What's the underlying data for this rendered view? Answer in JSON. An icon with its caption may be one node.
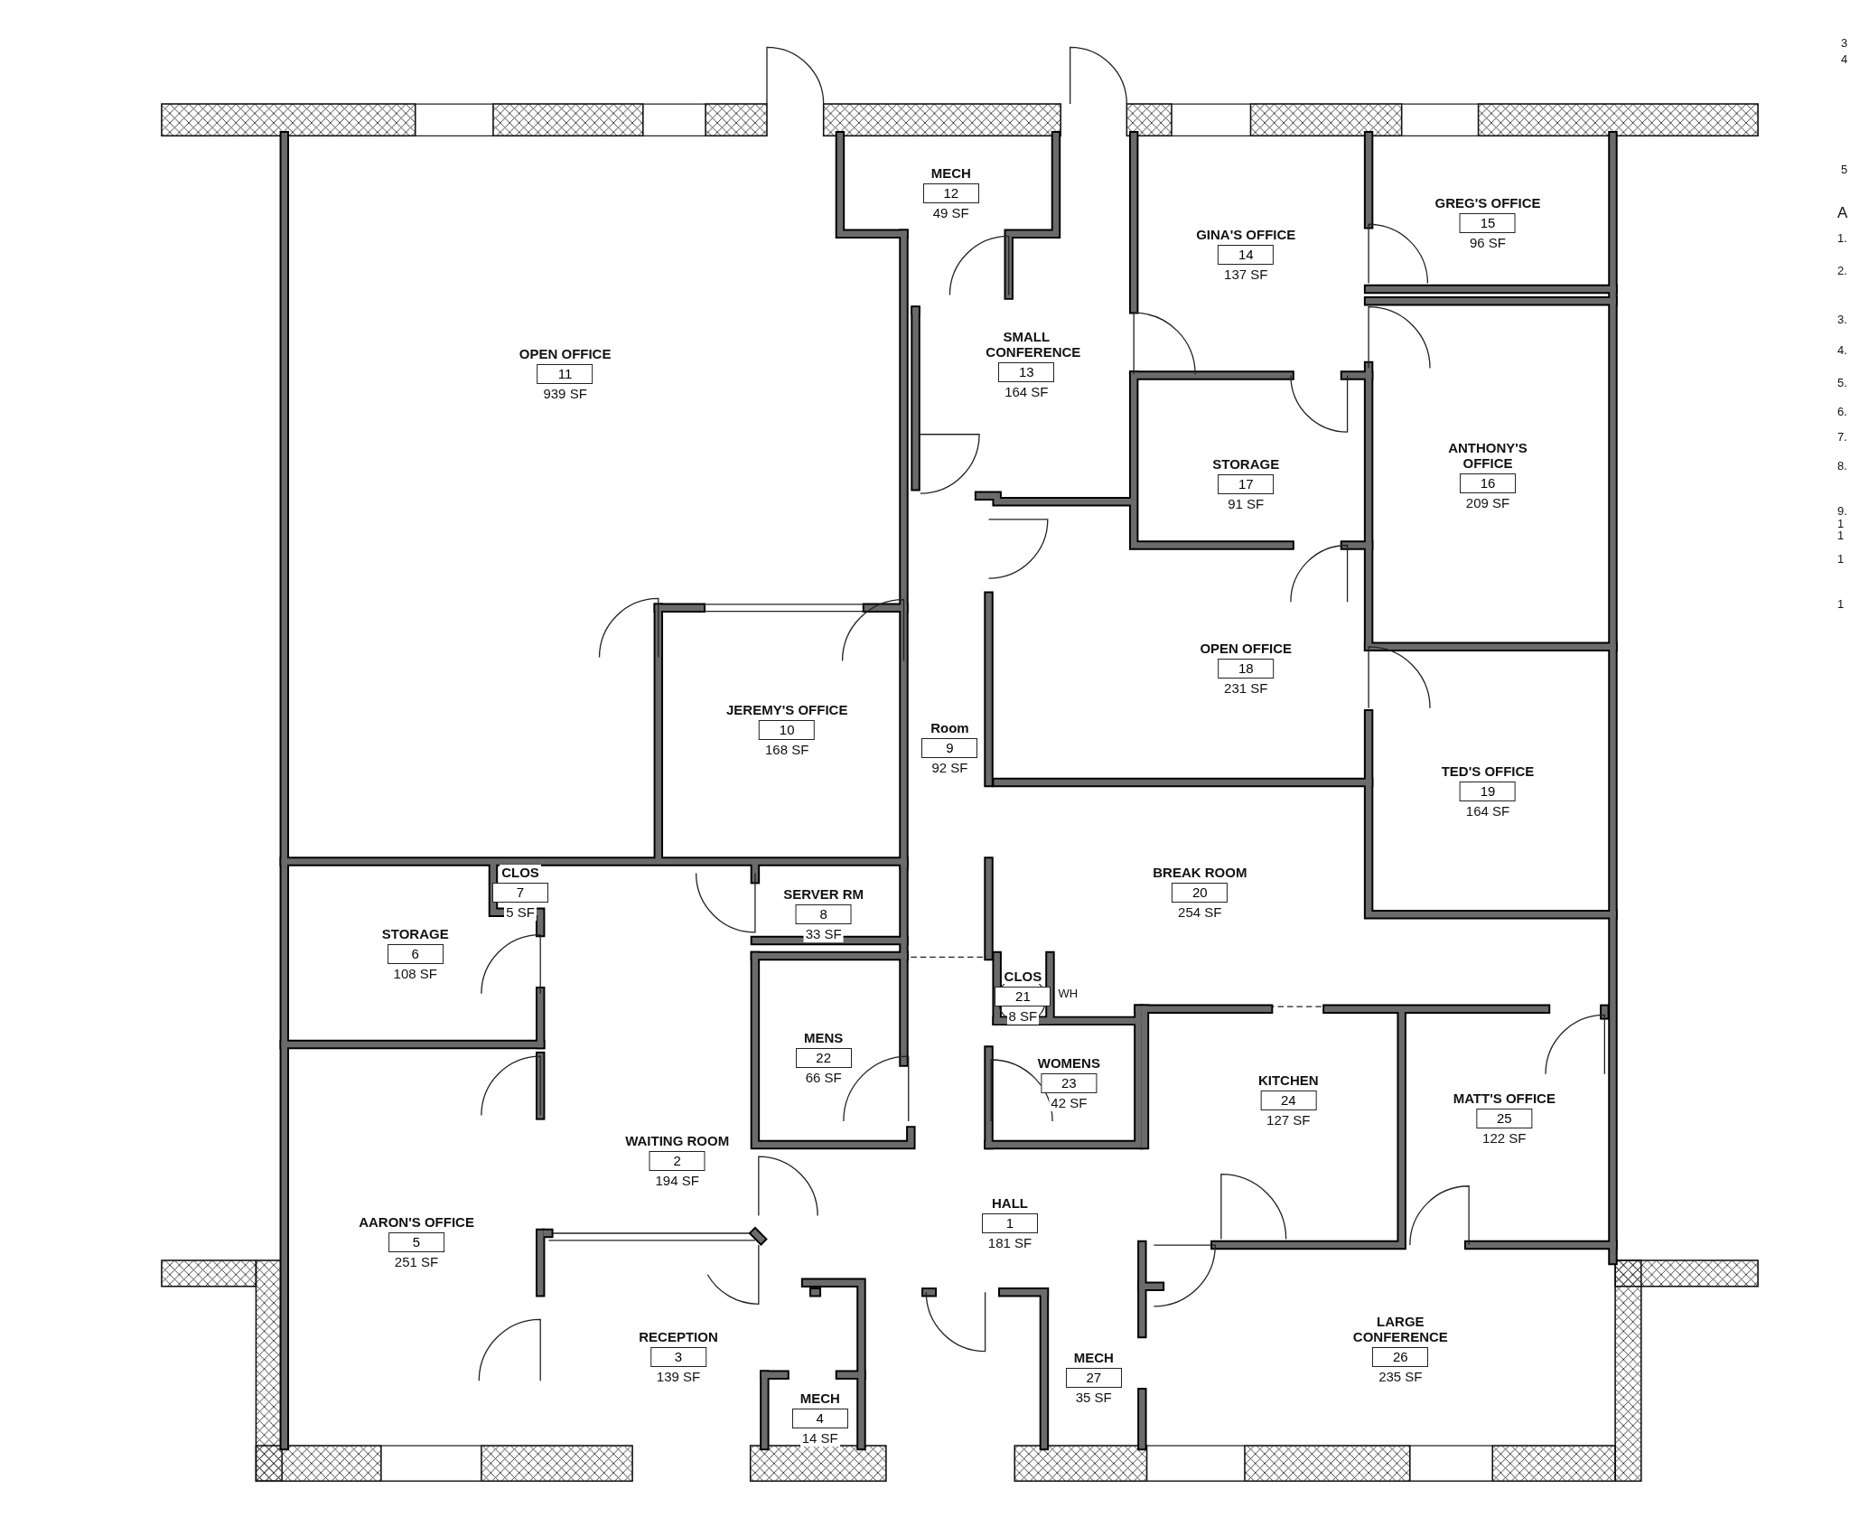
{
  "diagram": {
    "nodes": [
      {
        "text": [
          "HALL",
          "1",
          "181 SF"
        ]
      },
      {
        "text": [
          "WAITING ROOM",
          "2",
          "194 SF"
        ]
      },
      {
        "text": [
          "RECEPTION",
          "3",
          "139 SF"
        ]
      },
      {
        "text": [
          "MECH",
          "4",
          "14 SF"
        ]
      },
      {
        "text": [
          "AARON'S OFFICE",
          "5",
          "251 SF"
        ]
      },
      {
        "text": [
          "STORAGE",
          "6",
          "108 SF"
        ]
      },
      {
        "text": [
          "CLOS",
          "7",
          "5 SF"
        ]
      },
      {
        "text": [
          "SERVER RM",
          "8",
          "33 SF"
        ]
      },
      {
        "text": [
          "Room",
          "9",
          "92 SF"
        ]
      },
      {
        "text": [
          "JEREMY'S OFFICE",
          "10",
          "168 SF"
        ]
      },
      {
        "text": [
          "OPEN OFFICE",
          "11",
          "939 SF"
        ]
      },
      {
        "text": [
          "MECH",
          "12",
          "49 SF"
        ]
      },
      {
        "text": [
          "SMALL CONFERENCE",
          "13",
          "164 SF"
        ]
      },
      {
        "text": [
          "GINA'S OFFICE",
          "14",
          "137 SF"
        ]
      },
      {
        "text": [
          "GREG'S OFFICE",
          "15",
          "96 SF"
        ]
      },
      {
        "text": [
          "ANTHONY'S OFFICE",
          "16",
          "209 SF"
        ]
      },
      {
        "text": [
          "STORAGE",
          "17",
          "91 SF"
        ]
      },
      {
        "text": [
          "OPEN OFFICE",
          "18",
          "231 SF"
        ]
      },
      {
        "text": [
          "TED'S OFFICE",
          "19",
          "164 SF"
        ]
      },
      {
        "text": [
          "BREAK ROOM",
          "20",
          "254 SF"
        ]
      },
      {
        "text": [
          "CLOS",
          "21",
          "8 SF"
        ]
      },
      {
        "text": [
          "MENS",
          "22",
          "66 SF"
        ]
      },
      {
        "text": [
          "WOMENS",
          "23",
          "42 SF"
        ]
      },
      {
        "text": [
          "KITCHEN",
          "24",
          "127 SF"
        ]
      },
      {
        "text": [
          "MATT'S OFFICE",
          "25",
          "122 SF"
        ]
      },
      {
        "text": [
          "LARGE CONFERENCE",
          "26",
          "235 SF"
        ]
      },
      {
        "text": [
          "MECH",
          "27",
          "35 SF"
        ]
      }
    ],
    "labels": [
      "WH",
      "3",
      "4",
      "5",
      "A",
      "1.",
      "2.",
      "3.",
      "4.",
      "5.",
      "6.",
      "7.",
      "8.",
      "9.",
      "1",
      "1",
      "1",
      "1"
    ]
  }
}
